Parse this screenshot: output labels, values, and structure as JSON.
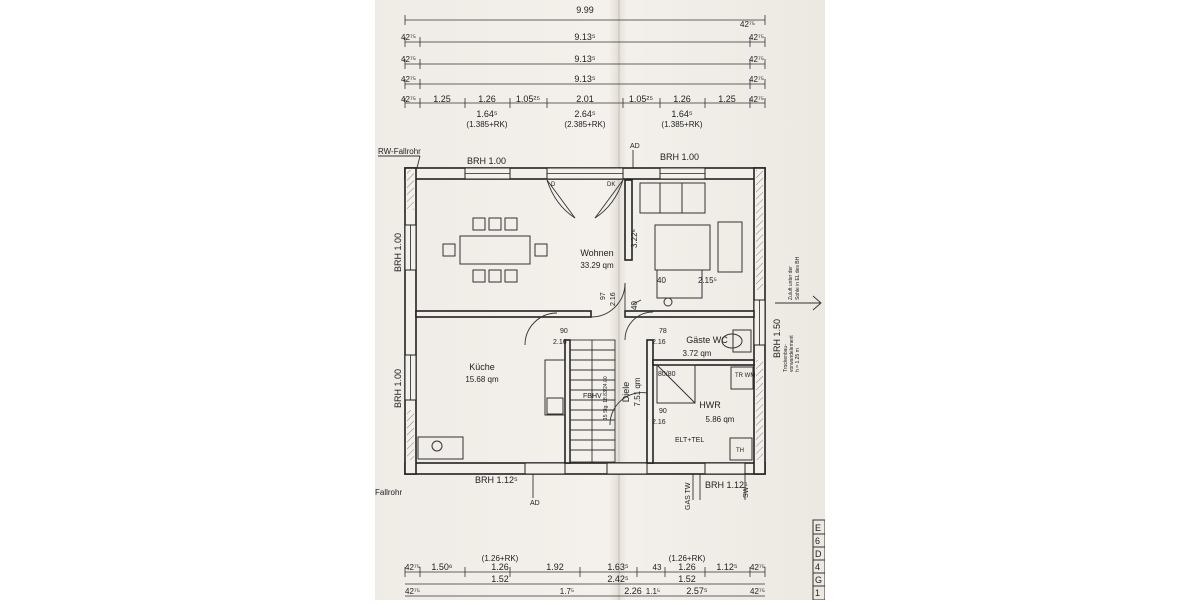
{
  "dimensions_top": {
    "row1": {
      "total": "9.99",
      "right": "42⁷⁵"
    },
    "row2": {
      "left": "42⁷⁵",
      "total": "9.13⁵",
      "right": "42⁷⁵"
    },
    "row3": {
      "left": "42⁷⁵",
      "total": "9.13⁵",
      "right": "42⁷⁵"
    },
    "row4": {
      "left": "42⁷⁵",
      "total": "9.13⁵",
      "right": "42⁷⁵"
    },
    "row5": [
      "42⁷⁵",
      "1.25",
      "1.26",
      "1.05²⁵",
      "2.01",
      "1.05²⁵",
      "1.26",
      "1.25",
      "42⁷⁵"
    ],
    "openings": [
      {
        "width": "1.64⁵",
        "note": "(1.385+RK)"
      },
      {
        "width": "2.64⁵",
        "note": "(2.385+RK)"
      },
      {
        "width": "1.64⁵",
        "note": "(1.385+RK)"
      }
    ]
  },
  "labels": {
    "rw_fallrohr": "RW-Fallrohr",
    "fallrohr": "Fallrohr",
    "brh_top_left": "BRH 1.00",
    "brh_top_right": "BRH 1.00",
    "brh_left_upper": "BRH 1.00",
    "brh_left_lower": "BRH 1.00",
    "brh_right": "BRH 1.50",
    "brh_bottom_left": "BRH 1.12⁵",
    "brh_bottom_right": "BRH 1.12⁵",
    "ad_top": "AD",
    "ad_bottom": "AD",
    "d": "D",
    "dk": "DK",
    "gas_tw": "GAS TW",
    "sw": "SW",
    "elt_tel": "ELT+TEL",
    "fbhv": "FBHV",
    "stair_note": "15 Stg. 18.83/24.00",
    "tr_wm": "TR WM",
    "th": "TH",
    "height_322": "3.22⁶",
    "len_40a": "40",
    "len_40b": "40",
    "len_215": "2.15⁵",
    "door_97": "97",
    "door_97_h": "2.16",
    "door_90a": "90",
    "door_90a_h": "2.16",
    "door_78": "78",
    "door_78_h": "2.16",
    "door_90b": "90",
    "door_90b_h": "2.16",
    "shower": "80/80",
    "side_note_1": "Zuluft unter der",
    "side_note_2": "Sohle in EL des BH",
    "side_note_3": "Trockenbau-",
    "side_note_4": "vorwandelement",
    "side_note_5": "h = 1.25 m"
  },
  "rooms": [
    {
      "name": "Wohnen",
      "area": "33.29 qm"
    },
    {
      "name": "Küche",
      "area": "15.68 qm"
    },
    {
      "name": "Gäste WC",
      "area": "3.72 qm"
    },
    {
      "name": "Diele",
      "area": "7.51 qm"
    },
    {
      "name": "HWR",
      "area": "5.86 qm"
    }
  ],
  "dimensions_bottom": {
    "row1": [
      "42⁷⁵",
      "1.50⁶",
      "(1.26+RK)",
      "1.26",
      "1.92",
      "1.63⁵",
      "43",
      "(1.26+RK)",
      "1.26",
      "1.12⁵",
      "42⁷⁵"
    ],
    "row2": [
      "1.52",
      "2.42⁵",
      "1.52"
    ],
    "row3": [
      "42⁷⁵",
      "1.7⁵",
      "2.26",
      "1.1⁵",
      "2.57⁵",
      "42⁷⁵"
    ]
  },
  "title_block": [
    "E",
    "6",
    "D",
    "4",
    "G",
    "1"
  ]
}
